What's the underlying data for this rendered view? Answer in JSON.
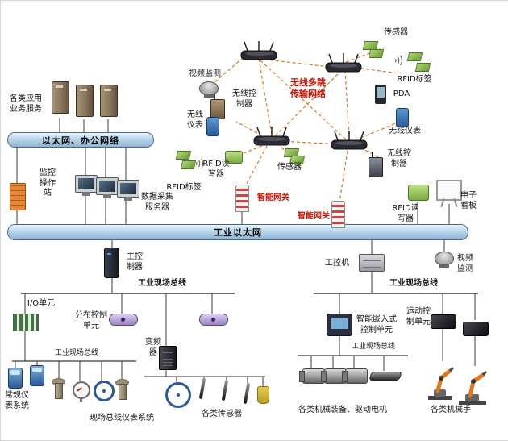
{
  "colors": {
    "accent_red": "#cc1100",
    "bus_fill": "#bcd8ec",
    "wireless_link_orange": "#e0751e",
    "rfid_tag_green": "#8cc14a"
  },
  "buses": {
    "office": "以太网、办公网络",
    "industrial": "工业以太网",
    "field_left_1": "工业现场总线",
    "field_left_2": "工业现场总线",
    "field_right_1": "工业现场总线",
    "field_right_2": "工业现场总线"
  },
  "wireless": {
    "title": "无线多跳\n传输网络",
    "video_monitor": "视频监测",
    "controller_left": "无线控\n制器",
    "instrument_left": "无线\n仪表",
    "rfid_reader_left": "RFID读\n写器",
    "rfid_tag_left": "RFID标签",
    "sensor_mid": "传感器",
    "sensor_top": "传感器",
    "rfid_tag_right": "RFID标签",
    "pda": "PDA",
    "instrument_right": "无线仪表",
    "controller_right": "无线控\n制器"
  },
  "office": {
    "app_services": "各类应用\n业务服务",
    "monitor_station": "监控\n操作\n站",
    "data_server": "数据采集\n服务器"
  },
  "industrial": {
    "gateway_left": "智能网关",
    "gateway_right": "智能网关",
    "rfid_reader": "RFID读\n写器",
    "eboard": "电子\n看板",
    "master_controller": "主控\n制器",
    "ipc": "工控机",
    "video_monitor": "视频\n监测"
  },
  "field_left": {
    "io_unit": "I/O单元",
    "dcu": "分布控制\n单元",
    "inverter": "变频\n器",
    "conventional": "常规仪\n表系统",
    "fieldbus_instruments": "现场总线仪表系统",
    "sensors": "各类传感器"
  },
  "field_right": {
    "embedded": "智能嵌入式\n控制单元",
    "motion": "运动控\n制单元",
    "machinery": "各类机械装备、驱动电机",
    "robots": "各类机械手"
  }
}
